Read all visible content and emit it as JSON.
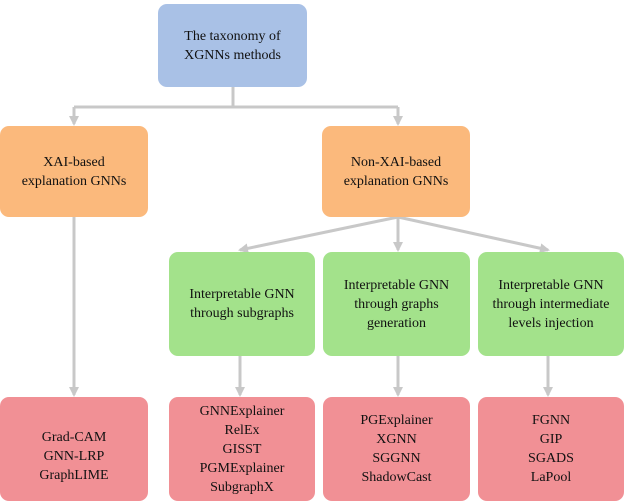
{
  "root": {
    "lines": [
      "The taxonomy of",
      "XGNNs methods"
    ]
  },
  "categories": {
    "xai": {
      "lines": [
        "XAI-based",
        "explanation GNNs"
      ]
    },
    "non_xai": {
      "lines": [
        "Non-XAI-based",
        "explanation GNNs"
      ]
    }
  },
  "subcategories": {
    "subgraphs": {
      "lines": [
        "Interpretable GNN",
        "through subgraphs"
      ]
    },
    "generation": {
      "lines": [
        "Interpretable GNN",
        "through graphs",
        "generation"
      ]
    },
    "intermediate": {
      "lines": [
        "Interpretable GNN",
        "through intermediate",
        "levels injection"
      ]
    }
  },
  "methods": {
    "xai": [
      "Grad-CAM",
      "GNN-LRP",
      "GraphLIME"
    ],
    "subgraphs": [
      "GNNExplainer",
      "RelEx",
      "GISST",
      "PGMExplainer",
      "SubgraphX"
    ],
    "generation": [
      "PGExplainer",
      "XGNN",
      "SGGNN",
      "ShadowCast"
    ],
    "intermediate": [
      "FGNN",
      "GIP",
      "SGADS",
      "LaPool"
    ]
  },
  "colors": {
    "root": "#a9c1e6",
    "category": "#fbb97c",
    "subcategory": "#a3e28b",
    "method": "#f19095",
    "connector": "#c8c8c8"
  }
}
